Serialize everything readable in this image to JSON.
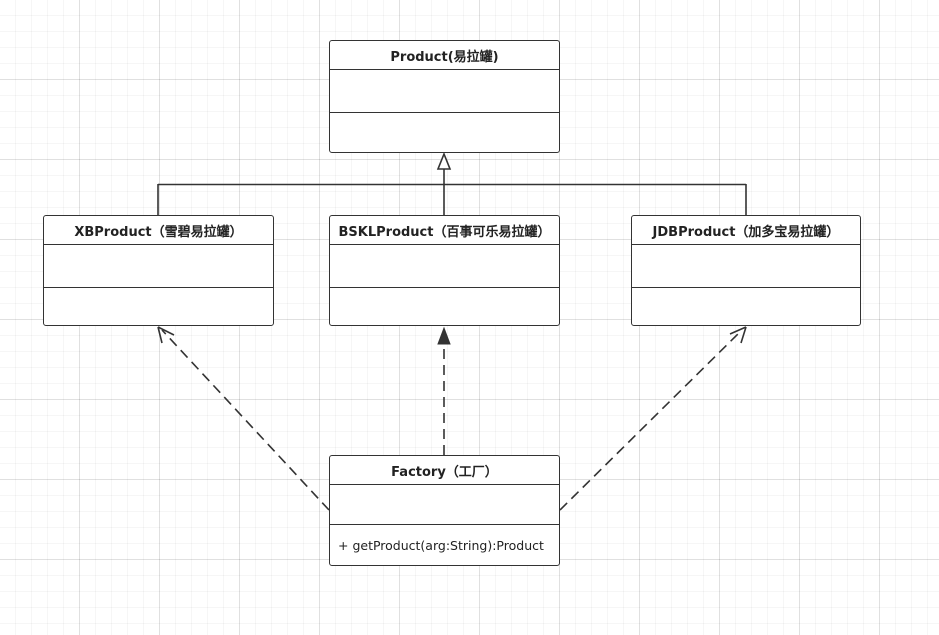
{
  "diagram": {
    "classes": {
      "product": {
        "name": "Product(易拉罐)"
      },
      "xb": {
        "name": "XBProduct（雪碧易拉罐）"
      },
      "bskl": {
        "name": "BSKLProduct（百事可乐易拉罐）"
      },
      "jdb": {
        "name": "JDBProduct（加多宝易拉罐）"
      },
      "factory": {
        "name": "Factory（工厂）",
        "method": "+ getProduct(arg:String):Product"
      }
    },
    "relations": [
      {
        "from": "xb",
        "to": "product",
        "type": "generalization"
      },
      {
        "from": "bskl",
        "to": "product",
        "type": "generalization"
      },
      {
        "from": "jdb",
        "to": "product",
        "type": "generalization"
      },
      {
        "from": "factory",
        "to": "xb",
        "type": "dependency"
      },
      {
        "from": "factory",
        "to": "bskl",
        "type": "dependency"
      },
      {
        "from": "factory",
        "to": "jdb",
        "type": "dependency"
      }
    ],
    "colors": {
      "stroke": "#333333",
      "text": "#222222",
      "background": "#ffffff"
    }
  }
}
